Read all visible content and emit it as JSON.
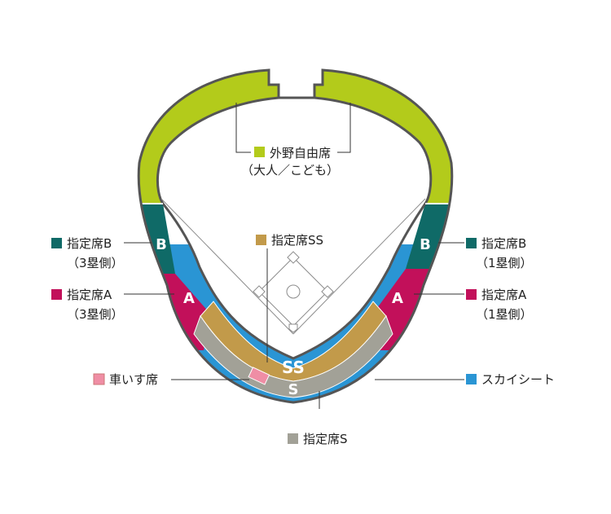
{
  "colors": {
    "outfield": "#b3cb1b",
    "seat_b": "#0f6a67",
    "seat_a": "#c2105a",
    "seat_ss": "#c29a4a",
    "seat_s": "#a2a197",
    "sky_seat": "#2a95d4",
    "wheelchair": "#ef8ea5",
    "outline": "#555555",
    "text": "#222222"
  },
  "seat_codes": {
    "b": "B",
    "a": "A",
    "ss": "SS",
    "s": "S"
  },
  "legend": {
    "outfield": {
      "line1": "外野自由席",
      "line2": "（大人／こども）",
      "icon": "square-swatch"
    },
    "left_b": {
      "line1": "指定席B",
      "line2": "（3塁側）",
      "icon": "square-swatch"
    },
    "left_a": {
      "line1": "指定席A",
      "line2": "（3塁側）",
      "icon": "square-swatch"
    },
    "right_b": {
      "line1": "指定席B",
      "line2": "（1塁側）",
      "icon": "square-swatch"
    },
    "right_a": {
      "line1": "指定席A",
      "line2": "（1塁側）",
      "icon": "square-swatch"
    },
    "ss": {
      "label": "指定席SS",
      "icon": "square-swatch"
    },
    "wheelchair": {
      "label": "車いす席",
      "icon": "square-swatch"
    },
    "sky": {
      "label": "スカイシート",
      "icon": "square-swatch"
    },
    "s": {
      "label": "指定席S",
      "icon": "square-swatch"
    }
  }
}
